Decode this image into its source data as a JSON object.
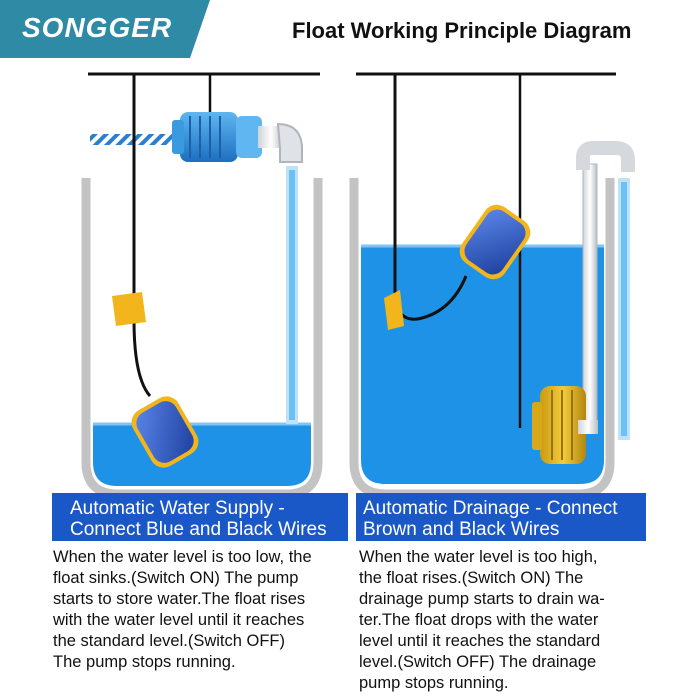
{
  "brand": {
    "name": "SONGGER",
    "color": "#2f8aa6"
  },
  "title": "Float Working Principle Diagram",
  "colors": {
    "water": "#1d92e6",
    "pump": "#2b8ed8",
    "float_blue": "#2a55c4",
    "float_yellow": "#f3b51c",
    "banner": "#1a58c8"
  },
  "left_panel": {
    "heading_lines": [
      "Automatic Water Supply -",
      "Connect Blue and Black Wires"
    ],
    "description_lines": [
      "When the water level is too low, the",
      "float sinks.(Switch ON) The pump",
      "starts to store water.The float rises",
      "with the water level until it reaches",
      "the standard level.(Switch OFF)",
      "The pump stops running."
    ]
  },
  "right_panel": {
    "heading_lines": [
      "Automatic Drainage - Connect",
      "Brown and Black Wires"
    ],
    "description_lines": [
      "When the water level is too high,",
      "the float rises.(Switch ON) The",
      "drainage pump starts to drain wa-",
      "ter.The float drops with the water",
      "level until it reaches the standard",
      "level.(Switch OFF) The drainage",
      "pump stops running."
    ]
  }
}
